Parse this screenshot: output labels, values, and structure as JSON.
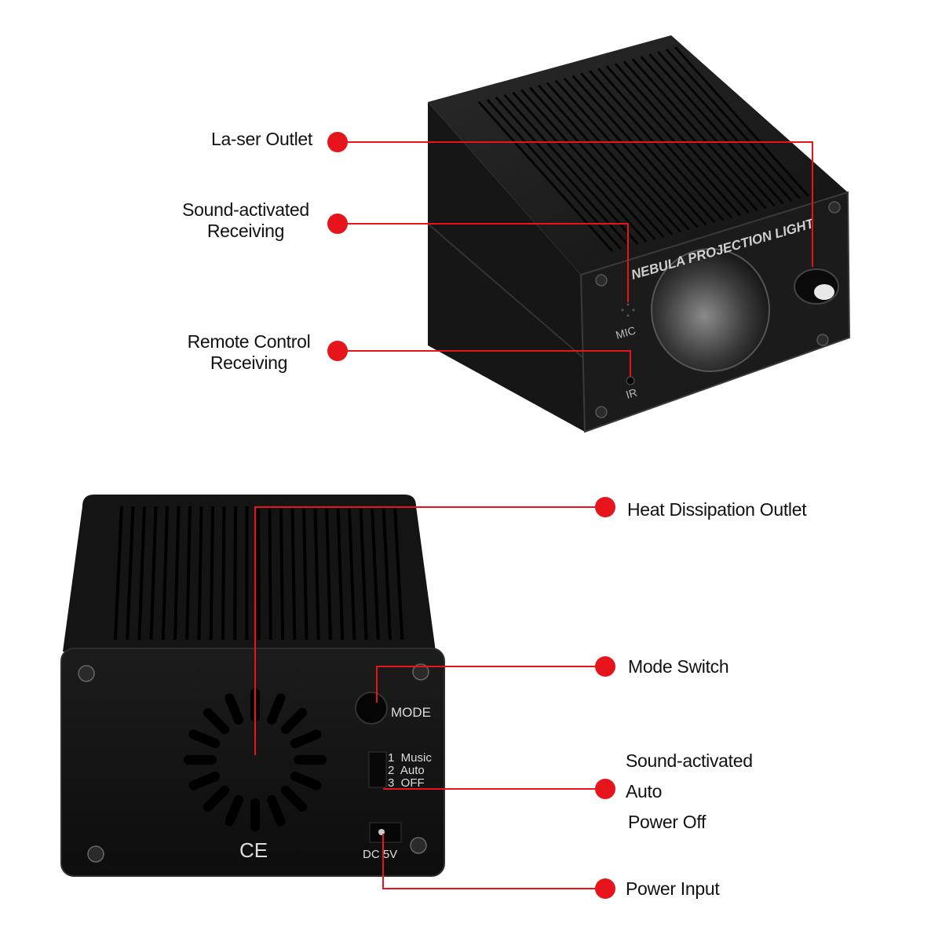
{
  "accent_color": "#e8141c",
  "top_view": {
    "device_print": "NEBULA PROJECTION LIGHT",
    "mic_print": "MIC",
    "ir_print": "IR",
    "callouts": [
      {
        "lines": [
          "La-ser Outlet"
        ]
      },
      {
        "lines": [
          "Sound-activated",
          "Receiving"
        ]
      },
      {
        "lines": [
          "Remote Control",
          "Receiving"
        ]
      }
    ]
  },
  "back_view": {
    "mode_print": "MODE",
    "switch_prints": [
      "1  Music",
      "2  Auto",
      "3  OFF"
    ],
    "dc_print": "DC 5V",
    "ce_mark": "CE",
    "callouts": [
      {
        "lines": [
          "Heat Dissipation Outlet"
        ]
      },
      {
        "lines": [
          "Mode Switch"
        ]
      },
      {
        "lines": [
          "Sound-activated",
          "Auto",
          "Power Off"
        ]
      },
      {
        "lines": [
          "Power Input"
        ]
      }
    ]
  }
}
